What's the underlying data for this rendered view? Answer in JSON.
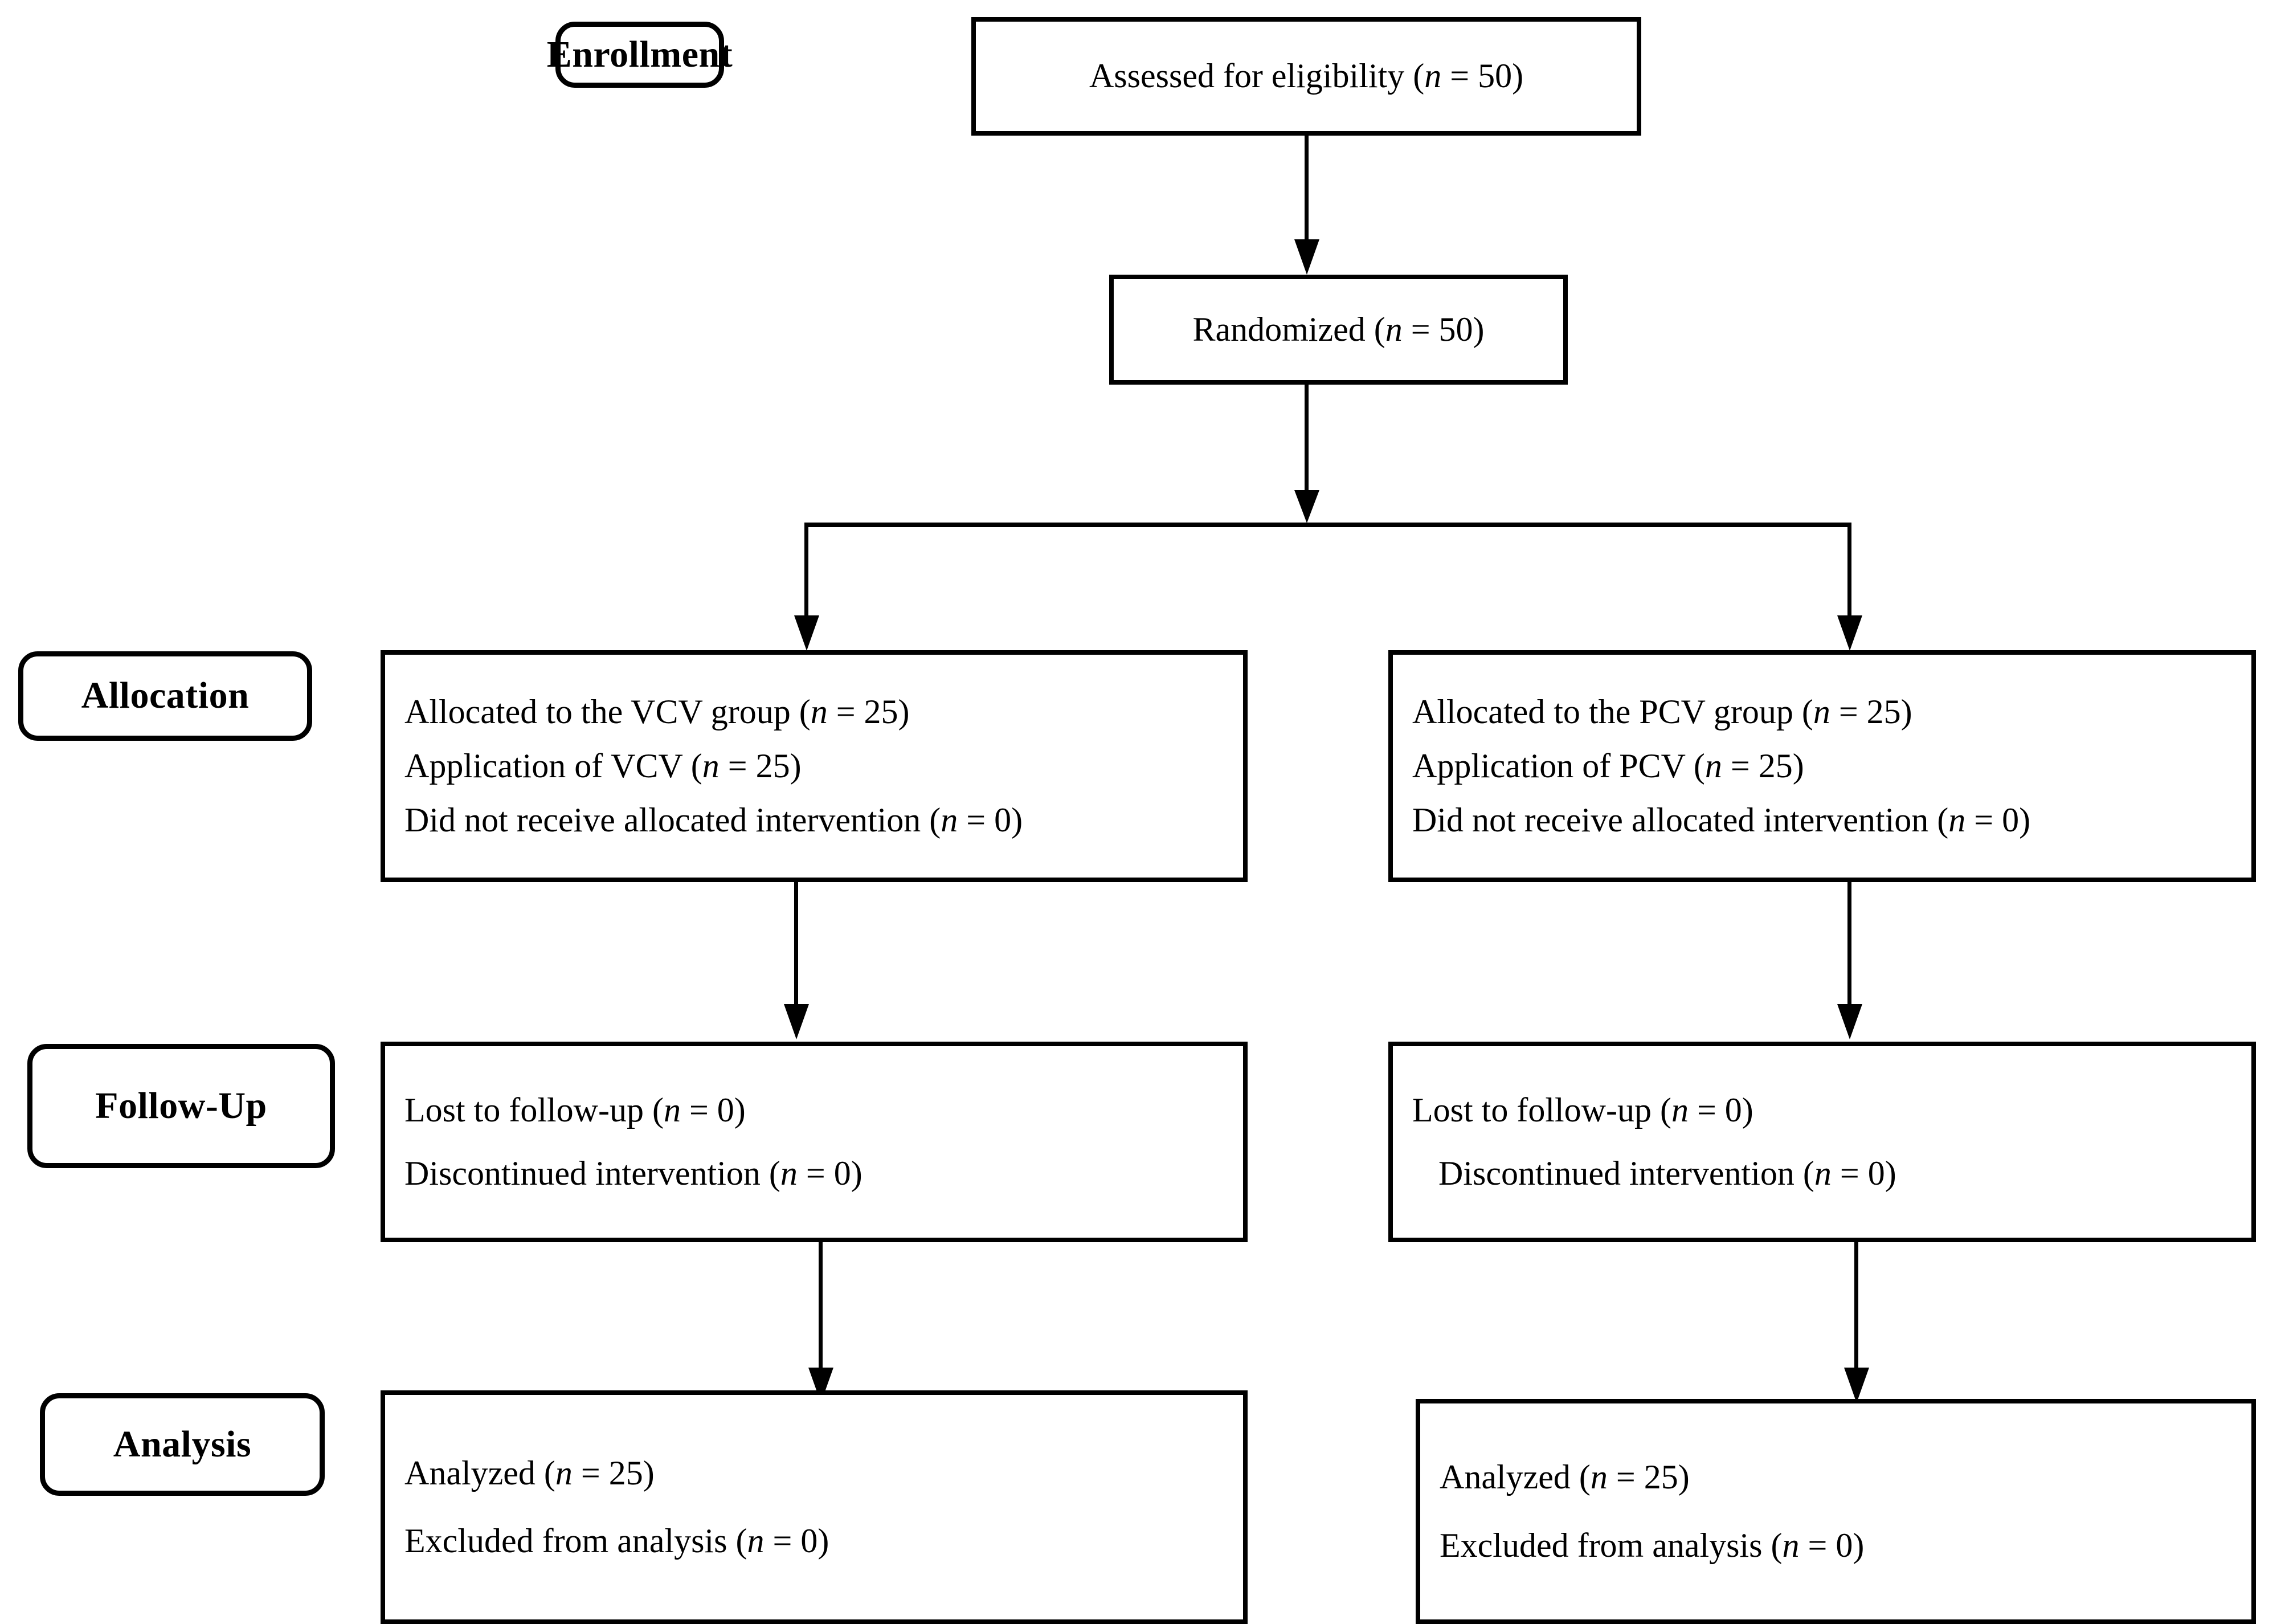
{
  "figure": {
    "type": "consort-flow-diagram",
    "orientation": "top-down",
    "arms": 2,
    "ink_color": "#000000",
    "background_color": "#ffffff"
  },
  "stages": {
    "enrollment": "Enrollment",
    "allocation": "Allocation",
    "follow_up": "Follow-Up",
    "analysis": "Analysis"
  },
  "enrollment": {
    "assessed": {
      "text": "Assessed for eligibility (",
      "n_symbol": "n",
      "eq": " = ",
      "value": "50",
      "close": ")"
    },
    "randomized": {
      "text": "Randomized (",
      "n_symbol": "n",
      "eq": " = ",
      "value": "50",
      "close": ")"
    }
  },
  "left_arm": {
    "group": "VCV",
    "allocation": {
      "line1": {
        "text": "Allocated to the VCV group (",
        "n_symbol": "n",
        "eq": " = ",
        "value": "25",
        "close": ")"
      },
      "line2": {
        "text": "Application of VCV (",
        "n_symbol": "n",
        "eq": " = ",
        "value": "25",
        "close": ")"
      },
      "line3": {
        "text": "Did not receive allocated intervention (",
        "n_symbol": "n",
        "eq": " = ",
        "value": "0",
        "close": ")"
      }
    },
    "follow_up": {
      "line1": {
        "text": "Lost to follow-up (",
        "n_symbol": "n",
        "eq": " = ",
        "value": "0",
        "close": ")"
      },
      "line2": {
        "text": "Discontinued intervention (",
        "n_symbol": "n",
        "eq": " = ",
        "value": "0",
        "close": ")"
      }
    },
    "analysis": {
      "line1": {
        "text": "Analyzed (",
        "n_symbol": "n",
        "eq": " = ",
        "value": "25",
        "close": ")"
      },
      "line2": {
        "text": "Excluded from analysis (",
        "n_symbol": "n",
        "eq": " = ",
        "value": "0",
        "close": ")"
      }
    }
  },
  "right_arm": {
    "group": "PCV",
    "allocation": {
      "line1": {
        "text": "Allocated to the PCV group (",
        "n_symbol": "n",
        "eq": " = ",
        "value": "25",
        "close": ")"
      },
      "line2": {
        "text": "Application of PCV (",
        "n_symbol": "n",
        "eq": " = ",
        "value": "25",
        "close": ")"
      },
      "line3": {
        "text": "Did not receive allocated intervention (",
        "n_symbol": "n",
        "eq": " = ",
        "value": "0",
        "close": ")"
      }
    },
    "follow_up": {
      "line1": {
        "text": "Lost to follow-up (",
        "n_symbol": "n",
        "eq": " = ",
        "value": "0",
        "close": ")"
      },
      "line2": {
        "text": "Discontinued intervention (",
        "n_symbol": "n",
        "eq": " = ",
        "value": "0",
        "close": ")"
      }
    },
    "analysis": {
      "line1": {
        "text": "Analyzed (",
        "n_symbol": "n",
        "eq": " = ",
        "value": "25",
        "close": ")"
      },
      "line2": {
        "text": "Excluded from analysis (",
        "n_symbol": "n",
        "eq": " = ",
        "value": "0",
        "close": ")"
      }
    }
  },
  "chart_data": {
    "type": "diagram",
    "title": "CONSORT participant flow",
    "nodes": [
      {
        "id": "assessed",
        "stage": "Enrollment",
        "label": "Assessed for eligibility (n = 50)",
        "n": 50
      },
      {
        "id": "randomized",
        "stage": "Enrollment",
        "label": "Randomized (n = 50)",
        "n": 50
      },
      {
        "id": "alloc_vcv",
        "stage": "Allocation",
        "arm": "VCV",
        "n_allocated": 25,
        "n_applied": 25,
        "n_not_received": 0
      },
      {
        "id": "alloc_pcv",
        "stage": "Allocation",
        "arm": "PCV",
        "n_allocated": 25,
        "n_applied": 25,
        "n_not_received": 0
      },
      {
        "id": "fu_vcv",
        "stage": "Follow-Up",
        "arm": "VCV",
        "n_lost": 0,
        "n_discontinued": 0
      },
      {
        "id": "fu_pcv",
        "stage": "Follow-Up",
        "arm": "PCV",
        "n_lost": 0,
        "n_discontinued": 0
      },
      {
        "id": "an_vcv",
        "stage": "Analysis",
        "arm": "VCV",
        "n_analyzed": 25,
        "n_excluded": 0
      },
      {
        "id": "an_pcv",
        "stage": "Analysis",
        "arm": "PCV",
        "n_analyzed": 25,
        "n_excluded": 0
      }
    ],
    "edges": [
      {
        "from": "assessed",
        "to": "randomized"
      },
      {
        "from": "randomized",
        "to": "alloc_vcv"
      },
      {
        "from": "randomized",
        "to": "alloc_pcv"
      },
      {
        "from": "alloc_vcv",
        "to": "fu_vcv"
      },
      {
        "from": "alloc_pcv",
        "to": "fu_pcv"
      },
      {
        "from": "fu_vcv",
        "to": "an_vcv"
      },
      {
        "from": "fu_pcv",
        "to": "an_pcv"
      }
    ]
  }
}
